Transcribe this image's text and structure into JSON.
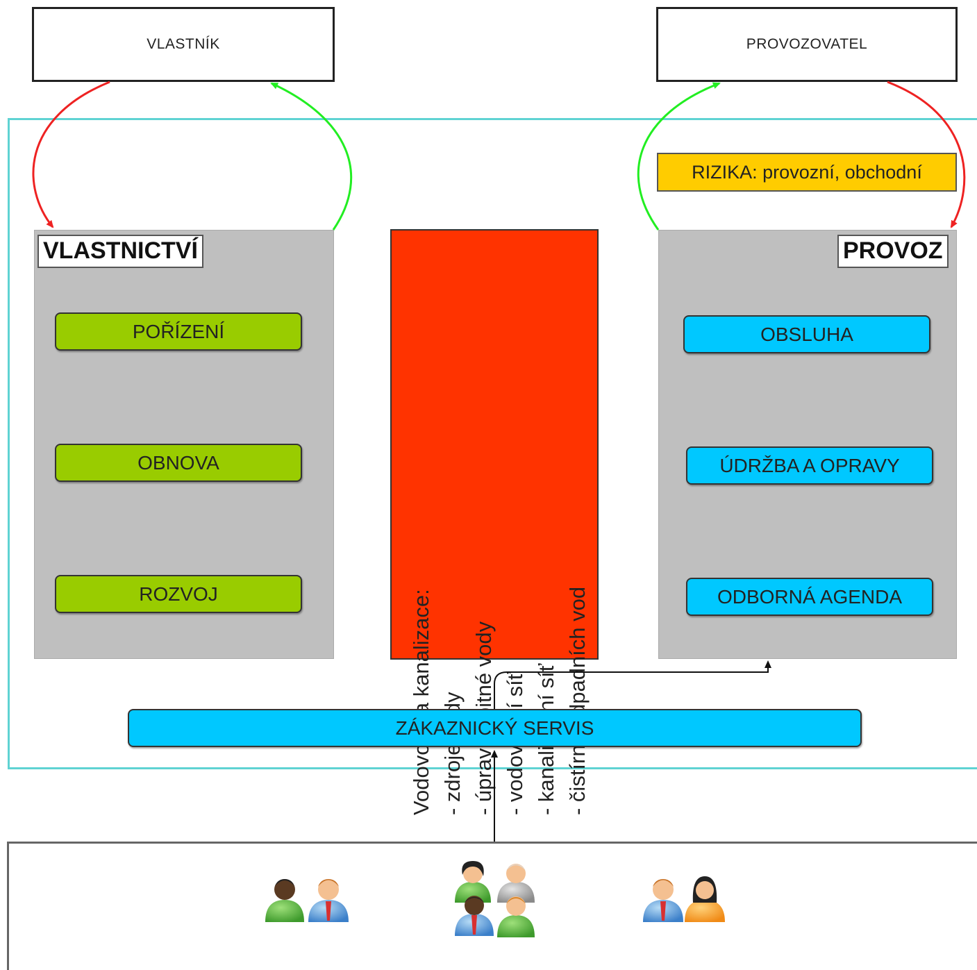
{
  "owner_box": {
    "label": "VLASTNÍK"
  },
  "operator_box": {
    "label": "PROVOZOVATEL"
  },
  "risk_note": {
    "label": "RIZIKA: provozní, obchodní"
  },
  "ownership_panel": {
    "title": "VLASTNICTVÍ",
    "items": [
      {
        "label": "POŘÍZENÍ"
      },
      {
        "label": "OBNOVA"
      },
      {
        "label": "ROZVOJ"
      }
    ]
  },
  "infrastructure": {
    "heading": "Vodovody a kanalizace:",
    "items": [
      "- zdroje vody",
      "- úpravny pitné vody",
      "- vodovodní síť",
      "- kanalizační síť",
      "- čistírny odpadních vod"
    ]
  },
  "operation_panel": {
    "title": "PROVOZ",
    "items": [
      {
        "label": "OBSLUHA"
      },
      {
        "label": "ÚDRŽBA A OPRAVY"
      },
      {
        "label": "ODBORNÁ AGENDA"
      }
    ]
  },
  "customer_service": {
    "label": "ZÁKAZNICKÝ SERVIS"
  },
  "colors": {
    "red_arrow": "#ee2222",
    "green_arrow": "#22ee22",
    "frame": "#5fd3d3",
    "ownership_items": "#99cc00",
    "operation_items": "#00c8ff",
    "risk": "#ffcc00",
    "infrastructure": "#ff3300"
  },
  "customer_icons": [
    "person-pair-icon",
    "people-group-icon",
    "person-pair-icon"
  ]
}
